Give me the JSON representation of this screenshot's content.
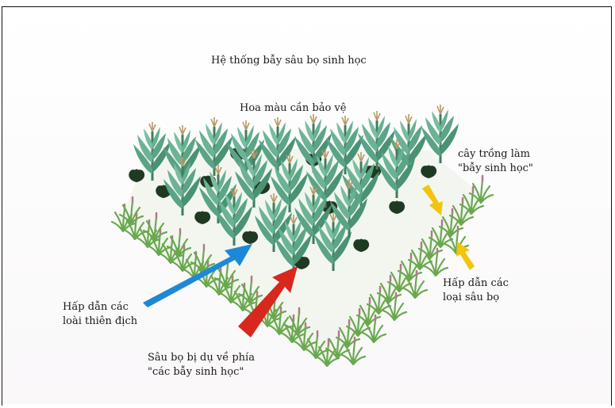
{
  "diagram": {
    "title": "Hệ thống bẫy sâu bọ sinh học",
    "labels": {
      "crops_protected": "Hoa màu cần bảo vệ",
      "trap_crop": [
        "cây trồng làm",
        "\"bẫy sinh học\""
      ],
      "attract_pests": [
        "Hấp dẫn các",
        "loại sâu bọ"
      ],
      "attract_predators": [
        "Hấp dẫn các",
        "loài thiên địch"
      ],
      "pests_lured": [
        "Sâu bọ bị dụ về phía",
        "\"các bẫy sinh học\""
      ]
    },
    "colors": {
      "arrow_predators": "#1e88d8",
      "arrow_pests_lured": "#d8281e",
      "arrow_attract_pests": "#f2c40c",
      "crop_leaf": "#4f9a7a",
      "crop_leaf_dark": "#2f6a52",
      "squash_leaf": "#1f3a22",
      "grass": "#6aa84f",
      "grass_flower": "#b07a8a",
      "tassel": "#b59a6a"
    }
  }
}
